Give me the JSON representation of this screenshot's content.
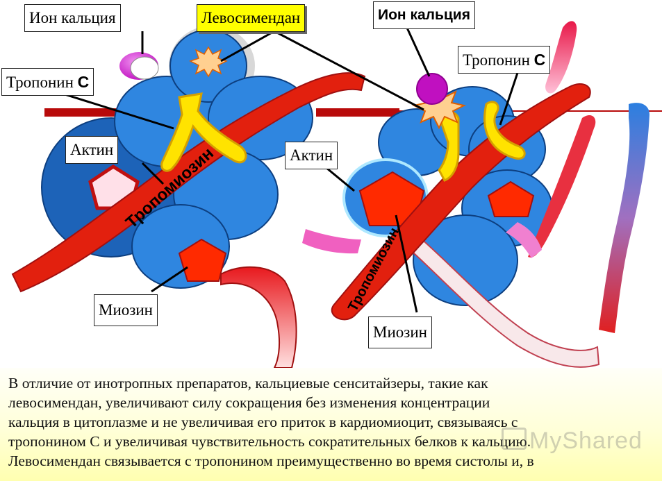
{
  "labels": {
    "ion_left": "Ион кальция",
    "levosimendan": "Левосимендан",
    "ion_right": "Ион кальция",
    "troponin_left_prefix": "Тропонин ",
    "troponin_left_letter": "C",
    "troponin_right_prefix": "Тропонин ",
    "troponin_right_letter": "C",
    "actin_left": "Актин",
    "actin_right": "Актин",
    "myosin_left": "Миозин",
    "myosin_right": "Миозин",
    "tropomyosin_left": "Тропомиозин",
    "tropomyosin_right": "Тропомиозин"
  },
  "caption": {
    "lines": [
      "В отличие от инотропных препаратов, кальциевые сенситайзеры, такие как",
      "левосимендан, увеличивают силу сокращения без изменения концентрации",
      "кальция в цитоплазме и не увеличивая его приток в кардиомиоцит, связываясь с",
      "тропонином С и увеличивая чувствительность сократительных белков к кальцию.",
      "Левосимендан связывается с тропонином преимущественно во время систолы и, в"
    ]
  },
  "watermark": "MyShared",
  "colors": {
    "actin": "#2f86e0",
    "actin_dark": "#1d63b8",
    "tropomyosin": "#e2200e",
    "troponin": "#ffe300",
    "calcium": "#c814c8",
    "myosin_head": "#ff2a00"
  }
}
